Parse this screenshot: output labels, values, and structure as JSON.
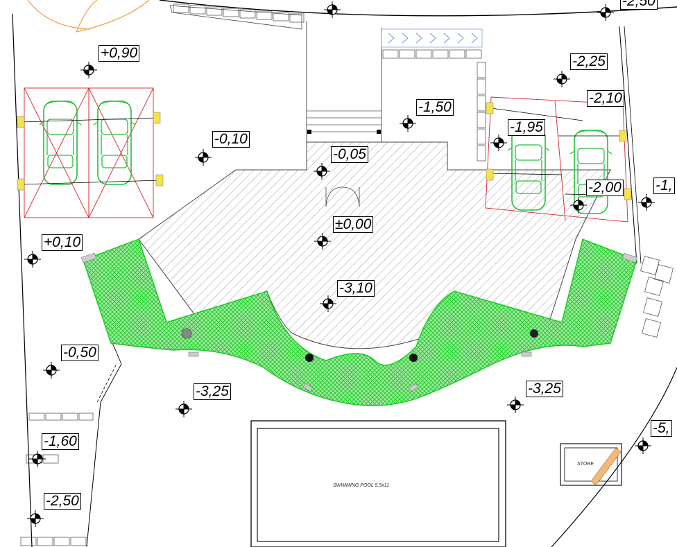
{
  "levels": {
    "l_p090": "+0,90",
    "l_m010": "-0,10",
    "l_m150": "-1,50",
    "l_m005": "-0,05",
    "l_000": "±0,00",
    "l_m310": "-3,10",
    "l_p010": "+0,10",
    "l_m050": "-0,50",
    "l_m325a": "-3,25",
    "l_m325b": "-3,25",
    "l_m160": "-1,60",
    "l_m250": "-2,50",
    "l_m225": "-2,25",
    "l_m210": "-2,10",
    "l_m195": "-1,95",
    "l_m200": "-2,00",
    "l_m1r": "-1,",
    "l_m5r": "-5,",
    "l_m2top": "-2,50"
  },
  "labels": {
    "pool": "SWIMMING POOL 5,5x11",
    "store": "STORE"
  },
  "colors": {
    "hatch_green": "#16c81e",
    "parking_red": "#d9232a",
    "car_green": "#22c03a",
    "orange": "#f0a040"
  }
}
